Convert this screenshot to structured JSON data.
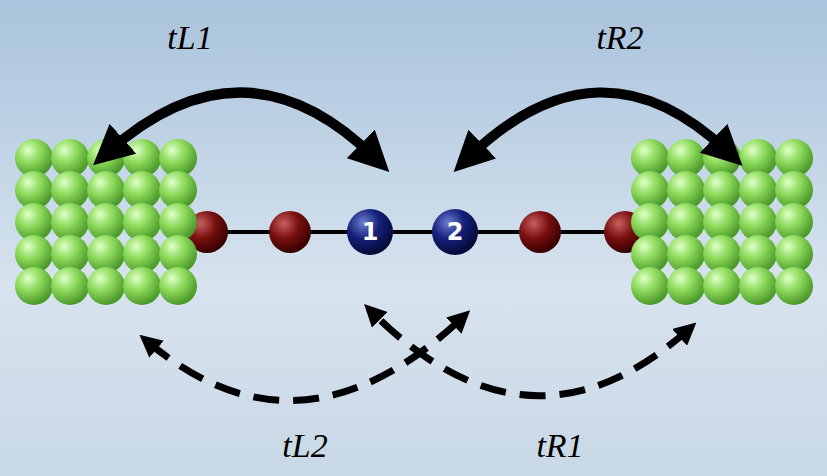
{
  "diagram": {
    "nodes": [
      {
        "text": [
          "1"
        ]
      },
      {
        "text": [
          "2"
        ]
      }
    ],
    "labels": [
      "tL1",
      "tR2",
      "tL2",
      "tR1"
    ]
  }
}
